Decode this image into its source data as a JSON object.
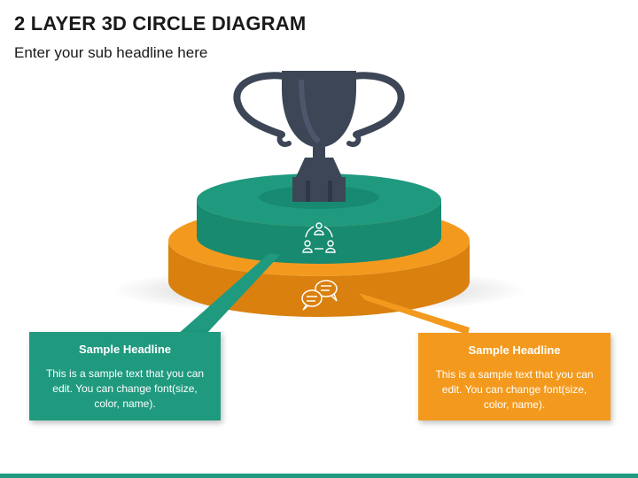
{
  "header": {
    "title": "2 LAYER 3D CIRCLE DIAGRAM",
    "subtitle": "Enter your sub headline here"
  },
  "callouts": [
    {
      "headline": "Sample Headline",
      "body": "This is a sample text that you can edit. You can change font(size, color, name).",
      "color": "#1f9a7f"
    },
    {
      "headline": "Sample Headline",
      "body": "This is a sample text that you can edit. You can change font(size, color, name).",
      "color": "#f39a1e"
    }
  ],
  "colors": {
    "top_layer": "#1f9a7f",
    "top_layer_side": "#178a70",
    "bottom_layer": "#f39a1e",
    "bottom_layer_side": "#d9800f",
    "trophy": "#3c4656",
    "bottom_bar": "#1f9a7f"
  },
  "icons": {
    "top_layer_icon": "team-cycle-icon",
    "bottom_layer_icon": "chat-bubbles-icon",
    "trophy_icon": "trophy-icon"
  }
}
